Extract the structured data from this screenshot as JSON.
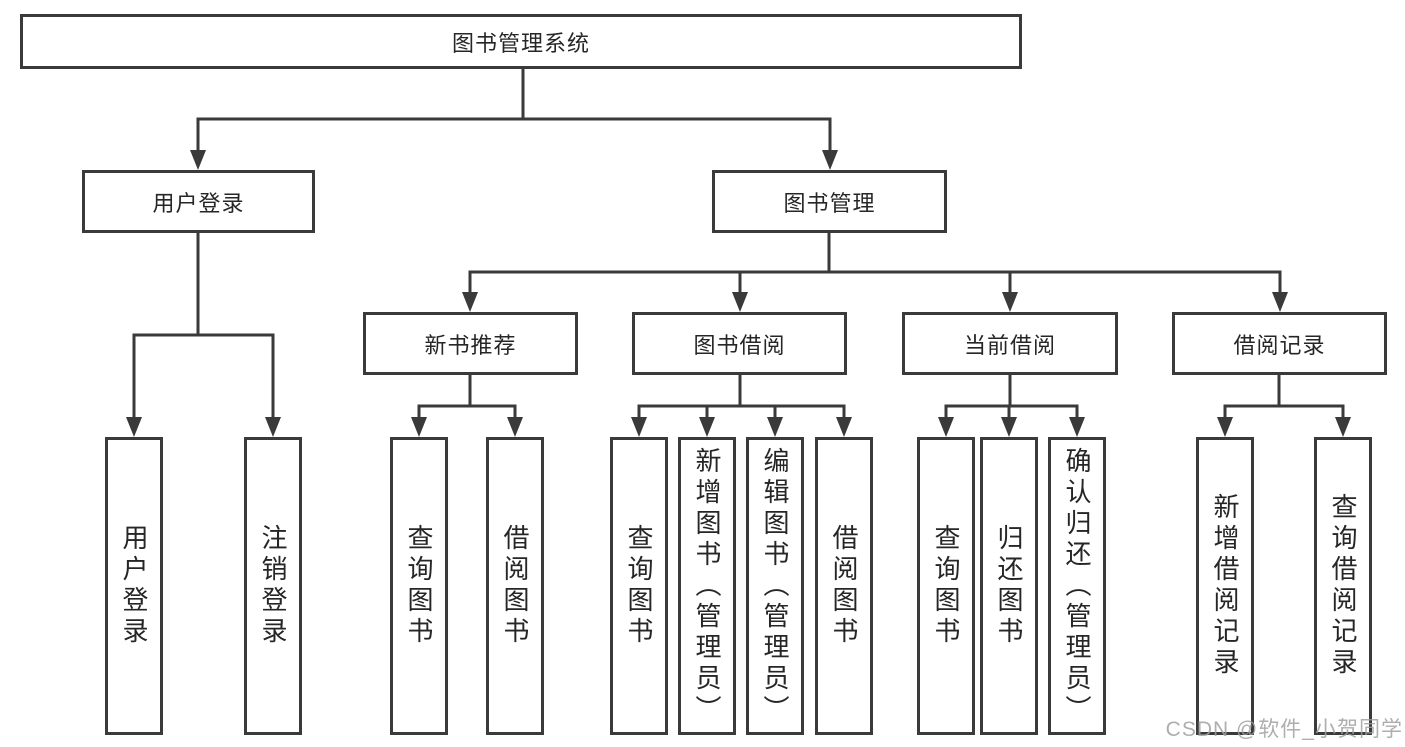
{
  "page": {
    "watermark": "CSDN @软件_小贺同学",
    "background": "#ffffff"
  },
  "colors": {
    "line": "#3a3a3a",
    "box_border": "#3a3a3a",
    "text": "#262626",
    "watermark": "#a0a0a0"
  },
  "nodes": {
    "root": {
      "label": "图书管理系统"
    },
    "user_login": {
      "label": "用户登录"
    },
    "book_mgmt": {
      "label": "图书管理"
    },
    "new_book_rec": {
      "label": "新书推荐"
    },
    "book_borrow": {
      "label": "图书借阅"
    },
    "current_borrow": {
      "label": "当前借阅"
    },
    "borrow_records": {
      "label": "借阅记录"
    },
    "leaf_user_login": {
      "label": "用户登录"
    },
    "leaf_logout": {
      "label": "注销登录"
    },
    "leaf_nr_query_book": {
      "label": "查询图书"
    },
    "leaf_nr_borrow_book": {
      "label": "借阅图书"
    },
    "leaf_bb_query_book": {
      "label": "查询图书"
    },
    "leaf_bb_add_book": {
      "label": "新增图书（管理员）"
    },
    "leaf_bb_edit_book": {
      "label": "编辑图书（管理员）"
    },
    "leaf_bb_borrow_book": {
      "label": "借阅图书"
    },
    "leaf_cb_query_book": {
      "label": "查询图书"
    },
    "leaf_cb_return_book": {
      "label": "归还图书"
    },
    "leaf_cb_confirm_return": {
      "label": "确认归还（管理员）"
    },
    "leaf_br_add_record": {
      "label": "新增借阅记录"
    },
    "leaf_br_query_record": {
      "label": "查询借阅记录"
    }
  },
  "hierarchy": {
    "图书管理系统": {
      "用户登录": [
        "用户登录",
        "注销登录"
      ],
      "图书管理": {
        "新书推荐": [
          "查询图书",
          "借阅图书"
        ],
        "图书借阅": [
          "查询图书",
          "新增图书（管理员）",
          "编辑图书（管理员）",
          "借阅图书"
        ],
        "当前借阅": [
          "查询图书",
          "归还图书",
          "确认归还（管理员）"
        ],
        "借阅记录": [
          "新增借阅记录",
          "查询借阅记录"
        ]
      }
    }
  }
}
